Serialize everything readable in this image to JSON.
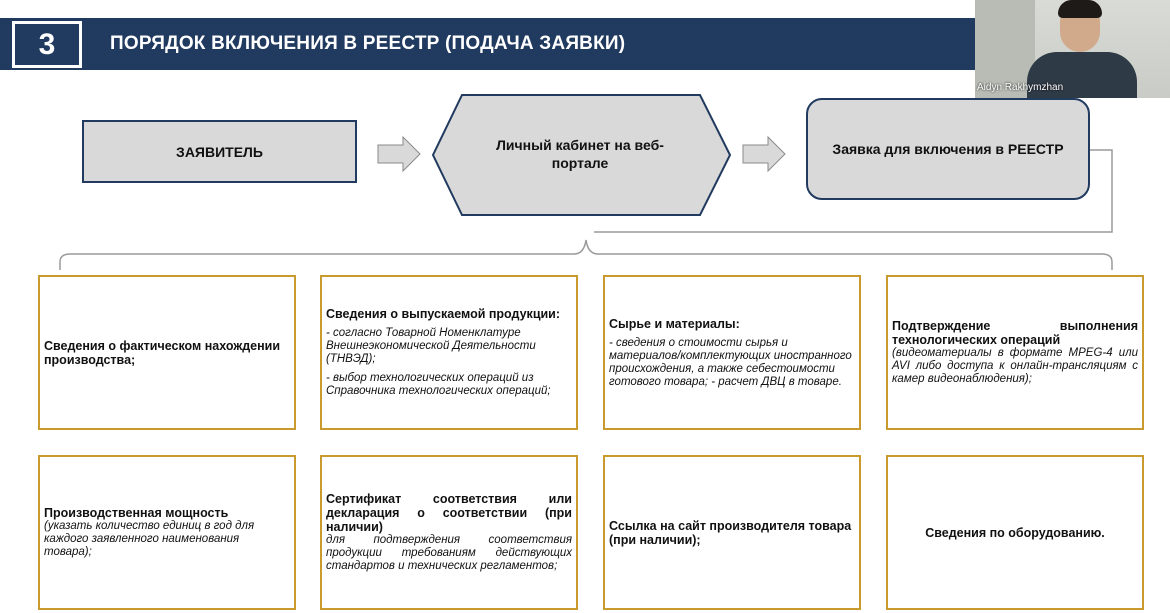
{
  "slide": {
    "number": "3",
    "title": "ПОРЯДОК ВКЛЮЧЕНИЯ В РЕЕСТР (ПОДАЧА ЗАЯВКИ)"
  },
  "video": {
    "participant_name": "Aidyn Rakhymzhan"
  },
  "flow": {
    "applicant": "ЗАЯВИТЕЛЬ",
    "cabinet": "Личный кабинет на веб-портале",
    "request": "Заявка для включения в РЕЕСТР"
  },
  "cards": {
    "c1": {
      "title": "Сведения о фактическом нахождении производства;"
    },
    "c2": {
      "title": "Сведения о выпускаемой продукции:",
      "item1": "- согласно Товарной Номенклатуре Внешнеэкономической Деятельности (ТНВЭД);",
      "item2": "- выбор технологических операций из Справочника технологических операций;"
    },
    "c3": {
      "title": "Сырье и материалы:",
      "body": "- сведения о стоимости сырья и материалов/комплектующих иностранного происхождения, а также себестоимости готового товара; - расчет ДВЦ в товаре."
    },
    "c4": {
      "title": "Подтверждение выполнения технологических операций",
      "body": "(видеоматериалы в формате MPEG-4 или AVI либо доступа к онлайн-трансляциям с камер видеонаблюдения);"
    },
    "c5": {
      "title": "Производственная мощность",
      "body": "(указать количество единиц в год для каждого заявленного наименования товара);"
    },
    "c6": {
      "title": "Сертификат соответствия или декларация о соответствии (при наличии)",
      "body": "для подтверждения соответствия продукции требованиям действующих стандартов и технических регламентов;"
    },
    "c7": {
      "title": "Ссылка на сайт производителя товара (при наличии);"
    },
    "c8": {
      "title": "Сведения по оборудованию."
    }
  },
  "colors": {
    "header": "#213a5f",
    "box_fill": "#d9d9d9",
    "card_border": "#c99a2e",
    "arrow_fill": "#d9d9d9"
  },
  "icons": [
    "right-arrow-icon",
    "right-arrow-icon"
  ]
}
